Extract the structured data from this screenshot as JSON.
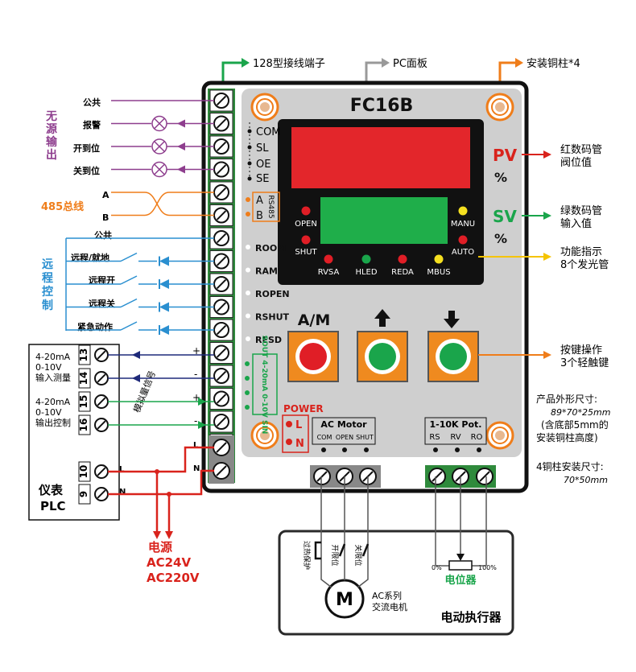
{
  "header": {
    "terminal_label": "128型接线端子",
    "panel_label": "PC面板",
    "pillar_label": "安装铜柱*4"
  },
  "device": {
    "title": "FC16B",
    "pv_label": "PV",
    "sv_label": "SV",
    "percent": "%",
    "am_label": "A/M",
    "side_labels": [
      "COM",
      "SL",
      "OE",
      "SE"
    ],
    "rs485_labels": [
      "A",
      "B"
    ],
    "rs485_text": "RS485",
    "remote_labels": [
      "ROOM",
      "RAM",
      "ROPEN",
      "RSHUT",
      "RESD"
    ],
    "sout_text": "SOUT 4-20mA 0-10V SIN",
    "power_title": "POWER",
    "power_l": "L",
    "power_n": "N",
    "ac_motor_title": "AC Motor",
    "ac_motor_terms": [
      "COM",
      "OPEN",
      "SHUT"
    ],
    "pot_title": "1-10K Pot.",
    "pot_terms": [
      "RS",
      "RV",
      "RO"
    ]
  },
  "indicators": [
    {
      "label": "OPEN",
      "color": "#e01e26"
    },
    {
      "label": "MANU",
      "color": "#f5e020"
    },
    {
      "label": "SHUT",
      "color": "#e01e26"
    },
    {
      "label": "AUTO",
      "color": "#e01e26"
    },
    {
      "label": "RVSA",
      "color": "#e01e26"
    },
    {
      "label": "HLED",
      "color": "#1aa54b"
    },
    {
      "label": "REDA",
      "color": "#e01e26"
    },
    {
      "label": "MBUS",
      "color": "#f5e020"
    }
  ],
  "left": {
    "dry_title": "无源输出",
    "dry_items": [
      "公共",
      "报警",
      "开到位",
      "关到位"
    ],
    "rs485_title": "485总线",
    "rs485_a": "A",
    "rs485_b": "B",
    "remote_title": "远程控制",
    "remote_items": [
      "公共",
      "远程/就地",
      "远程开",
      "远程关",
      "紧急动作"
    ],
    "analog_label": "模拟量信号",
    "in_range1": "4-20mA",
    "in_range2": "0-10V",
    "in_name": "输入测量",
    "out_range1": "4-20mA",
    "out_range2": "0-10V",
    "out_name": "输出控制",
    "plus": "+",
    "minus": "-",
    "box_term_numbers": [
      "13",
      "14",
      "15",
      "16",
      "10",
      "9"
    ],
    "plc_title1": "仪表",
    "plc_title2": "PLC",
    "power_title": "电源",
    "power_v1": "AC24V",
    "power_v2": "AC220V",
    "l": "L",
    "n": "N"
  },
  "right": {
    "red_tube1": "红数码管",
    "red_tube2": "阀位值",
    "green_tube1": "绿数码管",
    "green_tube2": "输入值",
    "func1": "功能指示",
    "func2": "8个发光管",
    "keys1": "按键操作",
    "keys2": "3个轻触键",
    "dims1": "产品外形尺寸:",
    "dims2": "89*70*25mm",
    "dims3": "(含底部5mm的",
    "dims4": "安装铜柱高度)",
    "pillar1": "4铜柱安装尺寸:",
    "pillar2": "70*50mm"
  },
  "actuator": {
    "title": "电动执行器",
    "pot_label": "电位器",
    "pct0": "0%",
    "pct100": "100%",
    "motor_letter": "M",
    "motor_name1": "AC系列",
    "motor_name2": "交流电机",
    "overheat": "过热保护",
    "open_limit": "开限位",
    "shut_limit": "关限位"
  },
  "colors": {
    "purple": "#8e3e8e",
    "blue": "#2a8fd0",
    "orange": "#ef7d1a",
    "green": "#1aa54b",
    "red": "#d9231c",
    "navy": "#1f2a7a"
  }
}
